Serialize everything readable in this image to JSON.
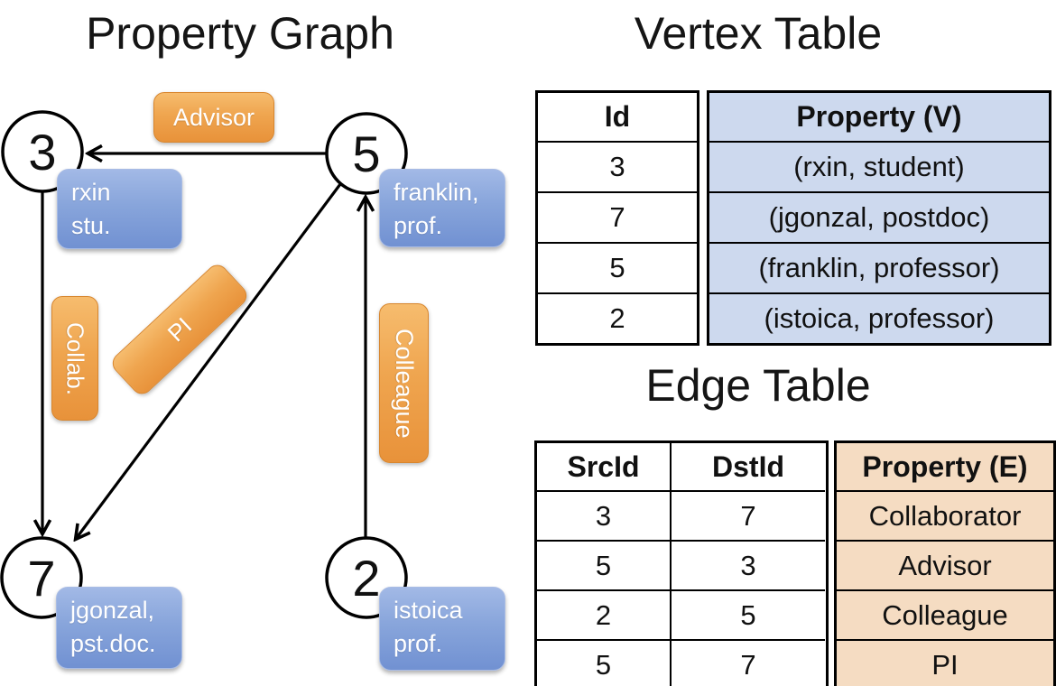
{
  "graph": {
    "title": "Property Graph",
    "nodes": [
      {
        "id": "3",
        "prop_line1": "rxin",
        "prop_line2": "stu."
      },
      {
        "id": "5",
        "prop_line1": "franklin,",
        "prop_line2": "prof."
      },
      {
        "id": "7",
        "prop_line1": "jgonzal,",
        "prop_line2": "pst.doc."
      },
      {
        "id": "2",
        "prop_line1": "istoica",
        "prop_line2": "prof."
      }
    ],
    "edge_labels": {
      "advisor": "Advisor",
      "collab": "Collab.",
      "pi": "PI",
      "colleague": "Colleague"
    }
  },
  "vertex_table": {
    "title": "Vertex Table",
    "columns": {
      "id": "Id",
      "property": "Property (V)"
    },
    "rows": [
      {
        "id": "3",
        "property": "(rxin, student)"
      },
      {
        "id": "7",
        "property": "(jgonzal, postdoc)"
      },
      {
        "id": "5",
        "property": "(franklin, professor)"
      },
      {
        "id": "2",
        "property": "(istoica, professor)"
      }
    ]
  },
  "edge_table": {
    "title": "Edge Table",
    "columns": {
      "src": "SrcId",
      "dst": "DstId",
      "property": "Property (E)"
    },
    "rows": [
      {
        "src": "3",
        "dst": "7",
        "property": "Collaborator"
      },
      {
        "src": "5",
        "dst": "3",
        "property": "Advisor"
      },
      {
        "src": "2",
        "dst": "5",
        "property": "Colleague"
      },
      {
        "src": "5",
        "dst": "7",
        "property": "PI"
      }
    ]
  },
  "colors": {
    "edge_label_orange": "#efa54f",
    "vertex_label_blue": "#88a5db",
    "vertex_table_fill": "#cdd9ee",
    "edge_table_fill": "#f5dcc2",
    "line_black": "#000000"
  }
}
